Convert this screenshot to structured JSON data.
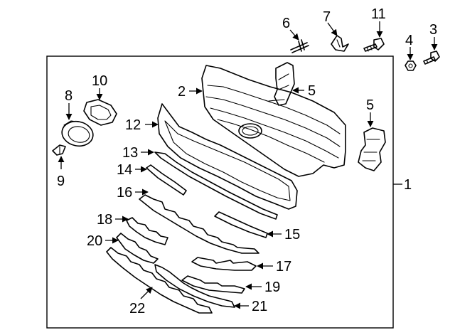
{
  "callouts": [
    {
      "id": "c1",
      "text": "1"
    },
    {
      "id": "c2",
      "text": "2"
    },
    {
      "id": "c3",
      "text": "3"
    },
    {
      "id": "c4",
      "text": "4"
    },
    {
      "id": "c5a",
      "text": "5"
    },
    {
      "id": "c5b",
      "text": "5"
    },
    {
      "id": "c6",
      "text": "6"
    },
    {
      "id": "c7",
      "text": "7"
    },
    {
      "id": "c8",
      "text": "8"
    },
    {
      "id": "c9",
      "text": "9"
    },
    {
      "id": "c10",
      "text": "10"
    },
    {
      "id": "c11",
      "text": "11"
    },
    {
      "id": "c12",
      "text": "12"
    },
    {
      "id": "c13",
      "text": "13"
    },
    {
      "id": "c14",
      "text": "14"
    },
    {
      "id": "c15",
      "text": "15"
    },
    {
      "id": "c16",
      "text": "16"
    },
    {
      "id": "c17",
      "text": "17"
    },
    {
      "id": "c18",
      "text": "18"
    },
    {
      "id": "c19",
      "text": "19"
    },
    {
      "id": "c20",
      "text": "20"
    },
    {
      "id": "c21",
      "text": "21"
    },
    {
      "id": "c22",
      "text": "22"
    }
  ]
}
